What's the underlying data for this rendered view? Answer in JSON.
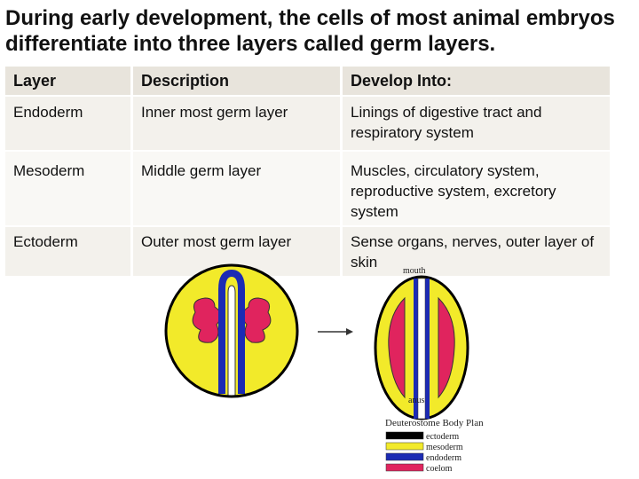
{
  "slide": {
    "title": "During early development, the cells of most animal embryos differentiate into three layers called germ layers."
  },
  "table": {
    "headers": [
      "Layer",
      "Description",
      "Develop Into:"
    ],
    "rows": [
      [
        "Endoderm",
        "Inner most germ layer",
        "Linings of digestive tract and respiratory system"
      ],
      [
        "Mesoderm",
        "Middle germ layer",
        "Muscles, circulatory system, reproductive system, excretory system"
      ],
      [
        "Ectoderm",
        "Outer most germ layer",
        "Sense organs, nerves, outer layer of skin"
      ]
    ]
  },
  "diagram": {
    "label_mouth": "mouth",
    "label_anus": "anus",
    "legend_title": "Deuterostome Body Plan",
    "legend": [
      {
        "label": "ectoderm",
        "color": "#000000"
      },
      {
        "label": "mesoderm",
        "color": "#f2ea2a"
      },
      {
        "label": "endoderm",
        "color": "#1c2bb4"
      },
      {
        "label": "coelom",
        "color": "#e0245e"
      }
    ],
    "colors": {
      "cell_yellow": "#f2ea2a",
      "endoderm_blue": "#1c2bb4",
      "coelom_pink": "#e0245e",
      "outline": "#333333"
    }
  }
}
